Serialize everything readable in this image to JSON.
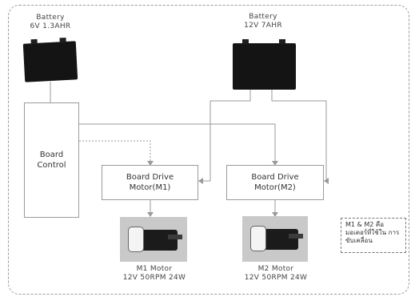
{
  "battery_small": {
    "title": "Battery",
    "spec": "6V 1.3AHR"
  },
  "battery_large": {
    "title": "Battery",
    "spec": "12V 7AHR"
  },
  "board_control": {
    "line1": "Board",
    "line2": "Control"
  },
  "drive_m1": {
    "line1": "Board Drive",
    "line2": "Motor(M1)"
  },
  "drive_m2": {
    "line1": "Board Drive",
    "line2": "Motor(M2)"
  },
  "motor_m1": {
    "line1": "M1 Motor",
    "line2": "12V 50RPM 24W"
  },
  "motor_m2": {
    "line1": "M2 Motor",
    "line2": "12V 50RPM 24W"
  },
  "note": {
    "text": "M1 & M2 คือ มอเตอร์ที่ใช้ใน การขับเคลื่อน"
  }
}
